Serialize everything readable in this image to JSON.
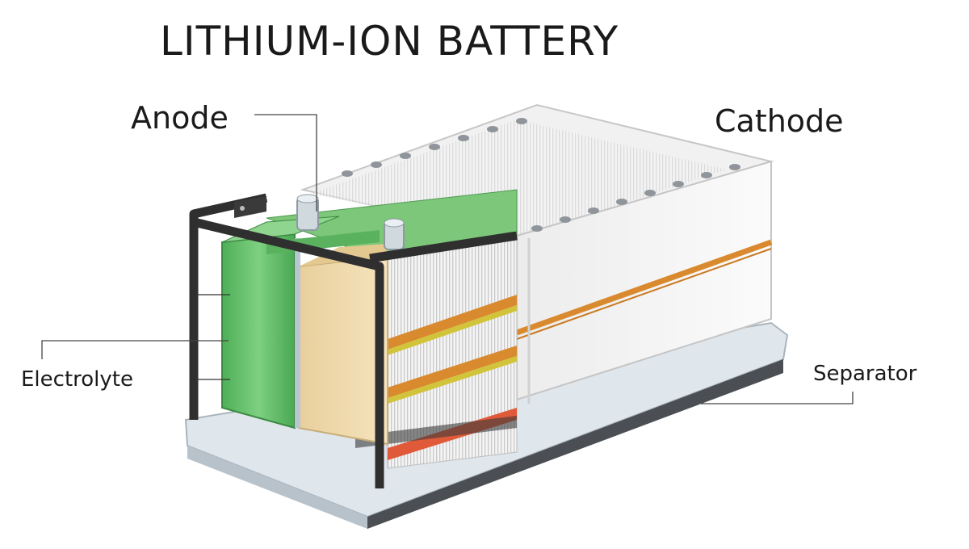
{
  "title": "LITHIUM-ION BATTERY",
  "labels": {
    "anode": "Anode",
    "cathode": "Cathode",
    "electrolyte": "Electrolyte",
    "separator": "Separator"
  },
  "colors": {
    "green_cell": "#6cc371",
    "beige_cell": "#f0d9ab",
    "copper_strip": "#d98a2e",
    "yellow_strip": "#d2c43a",
    "red_strip": "#e05a3a",
    "frame": "#2f2f2f",
    "casing": "#f2f2f2",
    "base_tray": "#d9e0e6"
  }
}
